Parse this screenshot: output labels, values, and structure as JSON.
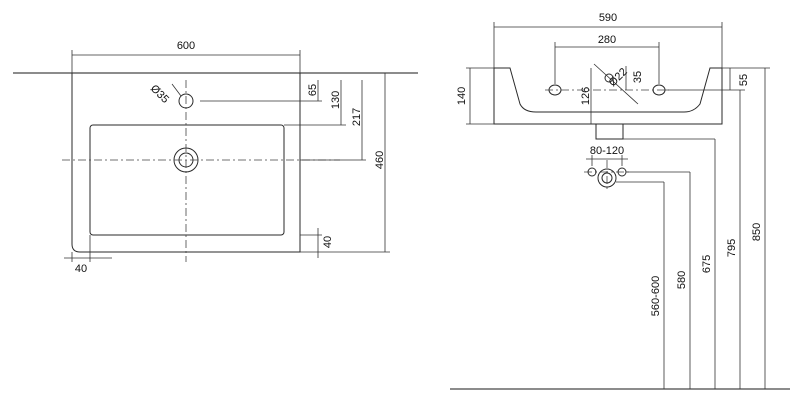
{
  "drawing": {
    "top_view": {
      "width": "600",
      "tap_hole": "Ø35",
      "tap_offset": "65",
      "tap_to_rim": "130",
      "tap_to_drain": "217",
      "depth": "460",
      "front_rim": "40",
      "side_rim": "40"
    },
    "front_view": {
      "width": "590",
      "fixing_spacing": "280",
      "fixing_offset": "35",
      "fixing_hole": "Ø22",
      "fixing_height": "126",
      "height": "140",
      "rim_to_fixing": "55",
      "pipe_spacing": "80-120",
      "trap_height": "560-600",
      "pipe_height": "580",
      "drain_height": "675",
      "fixing_floor_height": "795",
      "rim_height": "850"
    }
  }
}
